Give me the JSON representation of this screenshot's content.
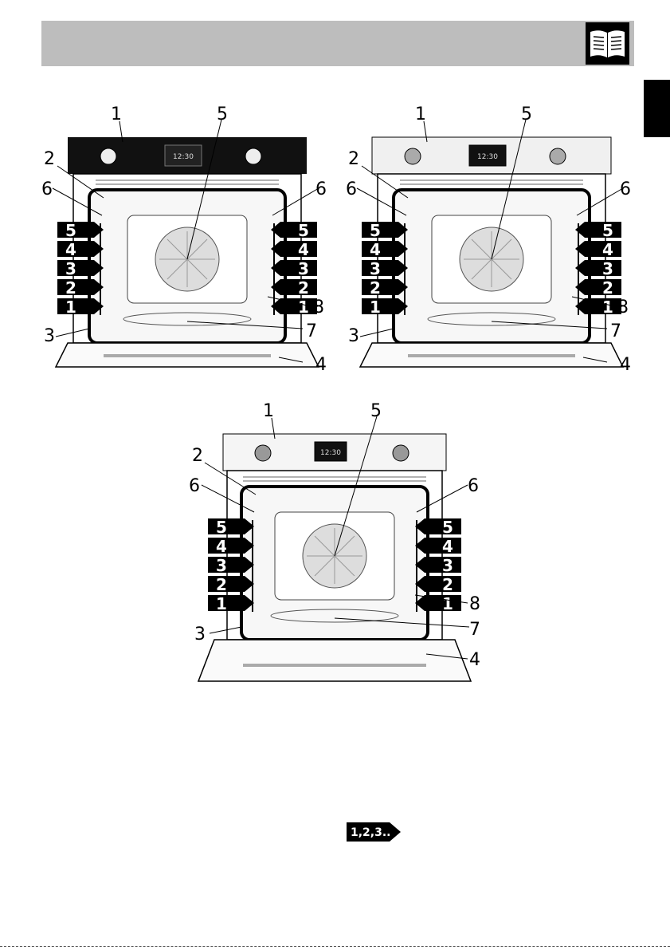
{
  "header": {
    "icon": "manual-book-icon",
    "color": "#bdbdbd"
  },
  "language_tab": {
    "color": "#000000"
  },
  "ovens": [
    {
      "variant": "black-panel",
      "display": "12:30",
      "callouts": [
        "1",
        "2",
        "3",
        "4",
        "5",
        "6",
        "6",
        "7",
        "8"
      ],
      "shelf_levels": [
        "5",
        "4",
        "3",
        "2",
        "1"
      ]
    },
    {
      "variant": "steel-panel",
      "display": "12:30",
      "callouts": [
        "1",
        "2",
        "3",
        "4",
        "5",
        "6",
        "6",
        "7",
        "8"
      ],
      "shelf_levels": [
        "5",
        "4",
        "3",
        "2",
        "1"
      ]
    },
    {
      "variant": "steel-panel-compact",
      "display": "12:30",
      "callouts": [
        "1",
        "2",
        "3",
        "4",
        "5",
        "6",
        "6",
        "7",
        "8"
      ],
      "shelf_levels": [
        "5",
        "4",
        "3",
        "2",
        "1"
      ]
    }
  ],
  "steps_badge": {
    "label": "1,2,3..",
    "icon": "steps-arrow-icon"
  }
}
